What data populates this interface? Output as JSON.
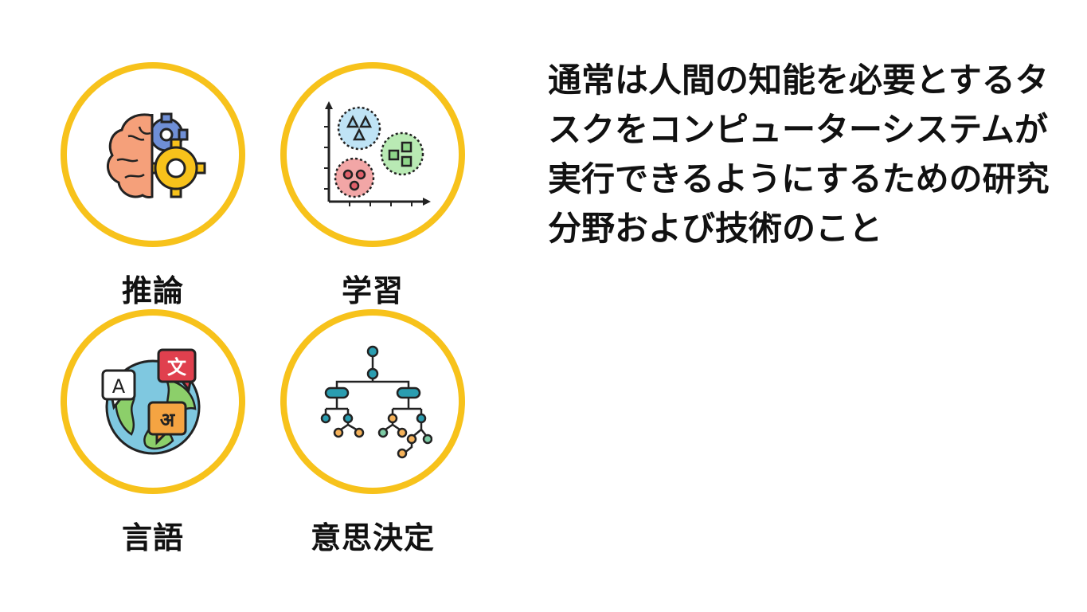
{
  "tiles": [
    {
      "label": "推論",
      "icon": "brain-gears-icon"
    },
    {
      "label": "学習",
      "icon": "clustering-chart-icon"
    },
    {
      "label": "言語",
      "icon": "globe-translation-icon"
    },
    {
      "label": "意思決定",
      "icon": "decision-tree-icon"
    }
  ],
  "definition": "通常は人間の知能を必要とするタスクをコンピューターシステムが実行できるようにするための研究分野および技術のこと",
  "icon_texts": {
    "latin": "A",
    "chinese": "文",
    "hindi": "अ"
  },
  "colors": {
    "ring": "#f7c21b",
    "text": "#111111",
    "brain": "#f5a07a",
    "gear_blue": "#6f8fd6",
    "gear_yellow": "#f7c21b",
    "cluster_blue": "#bfe3f5",
    "cluster_green": "#b9eab4",
    "cluster_red": "#f2a6a6",
    "globe_ocean": "#7fc8e0",
    "globe_land": "#8ccf6a",
    "bubble_red": "#e0404e",
    "bubble_orange": "#f5a442",
    "node_teal": "#2a9db0",
    "node_orange": "#f5b25a",
    "node_green": "#7ccba5"
  }
}
